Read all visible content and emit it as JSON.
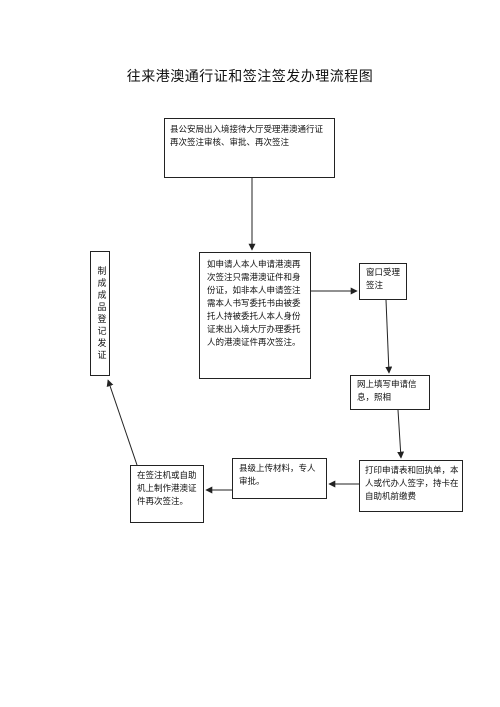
{
  "title": "往来港澳通行证和签注签发办理流程图",
  "boxes": {
    "bureau": "县公安局出入境接待大厅受理港澳通行证再次签注审核、审批、再次签注",
    "apply_condition": "如申请人本人申请港澳再次签注只需港澳证件和身份证，如非本人申请签注需本人书写委托书由被委托人持被委托人本人身份证来出入境大厅办理委托人的港澳证件再次签注。",
    "window": "窗口受理签注",
    "online_form": "网上填写申请信息，照相",
    "print_form": "打印申请表和回执单，本人或代办人签字，持卡在自助机前缴费",
    "county_upload": "县级上传材料，专人审批。",
    "machine_print": "在签注机或自助机上制作港澳证件再次签注。",
    "issue": "制成成品登记发证"
  }
}
